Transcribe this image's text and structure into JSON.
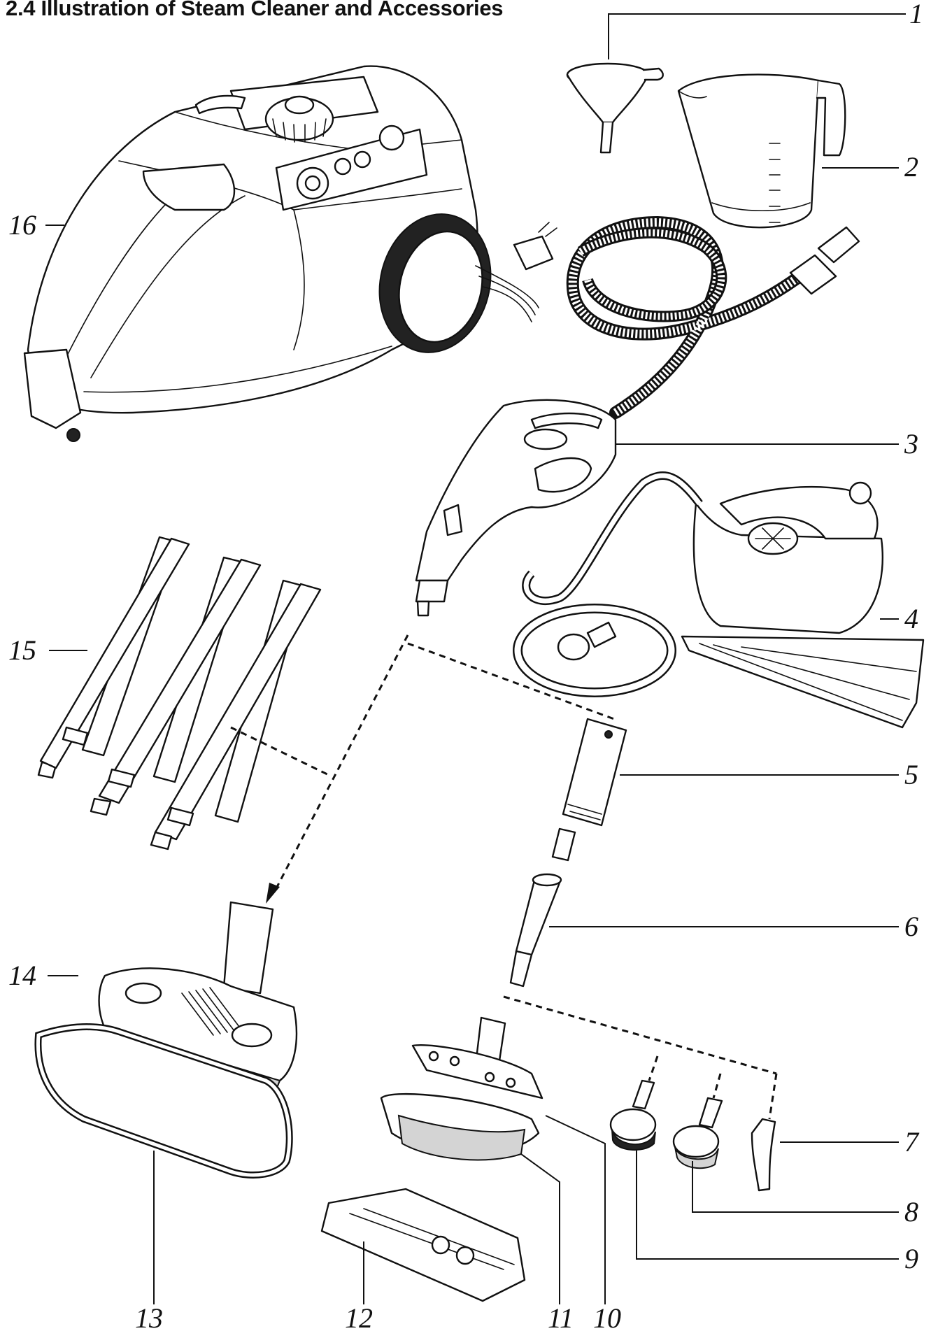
{
  "title": "2.4 Illustration of Steam Cleaner and Accessories",
  "callouts": [
    {
      "number": "1"
    },
    {
      "number": "2"
    },
    {
      "number": "3"
    },
    {
      "number": "4"
    },
    {
      "number": "5"
    },
    {
      "number": "6"
    },
    {
      "number": "7"
    },
    {
      "number": "8"
    },
    {
      "number": "9"
    },
    {
      "number": "10"
    },
    {
      "number": "11"
    },
    {
      "number": "12"
    },
    {
      "number": "13"
    },
    {
      "number": "14"
    },
    {
      "number": "15"
    },
    {
      "number": "16"
    }
  ]
}
